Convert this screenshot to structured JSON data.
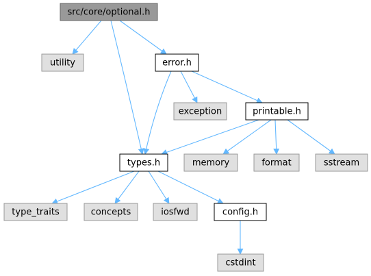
{
  "colors": {
    "edge": "#63b8ff",
    "root_fill": "#999999",
    "root_border": "#666666",
    "local_fill": "#ffffff",
    "local_border": "#000000",
    "system_fill": "#e0e0e0",
    "system_border": "#999999"
  },
  "nodes": {
    "optional_h": {
      "label": "src/core/optional.h",
      "kind": "root"
    },
    "utility": {
      "label": "utility",
      "kind": "system"
    },
    "error_h": {
      "label": "error.h",
      "kind": "local"
    },
    "exception": {
      "label": "exception",
      "kind": "system"
    },
    "printable_h": {
      "label": "printable.h",
      "kind": "local"
    },
    "types_h": {
      "label": "types.h",
      "kind": "local"
    },
    "memory": {
      "label": "memory",
      "kind": "system"
    },
    "format": {
      "label": "format",
      "kind": "system"
    },
    "sstream": {
      "label": "sstream",
      "kind": "system"
    },
    "type_traits": {
      "label": "type_traits",
      "kind": "system"
    },
    "concepts": {
      "label": "concepts",
      "kind": "system"
    },
    "iosfwd": {
      "label": "iosfwd",
      "kind": "system"
    },
    "config_h": {
      "label": "config.h",
      "kind": "local"
    },
    "cstdint": {
      "label": "cstdint",
      "kind": "system"
    }
  },
  "edges": [
    [
      "optional_h",
      "utility"
    ],
    [
      "optional_h",
      "error_h"
    ],
    [
      "optional_h",
      "types_h"
    ],
    [
      "error_h",
      "exception"
    ],
    [
      "error_h",
      "printable_h"
    ],
    [
      "error_h",
      "types_h"
    ],
    [
      "printable_h",
      "types_h"
    ],
    [
      "printable_h",
      "memory"
    ],
    [
      "printable_h",
      "format"
    ],
    [
      "printable_h",
      "sstream"
    ],
    [
      "types_h",
      "type_traits"
    ],
    [
      "types_h",
      "concepts"
    ],
    [
      "types_h",
      "iosfwd"
    ],
    [
      "types_h",
      "config_h"
    ],
    [
      "config_h",
      "cstdint"
    ]
  ]
}
